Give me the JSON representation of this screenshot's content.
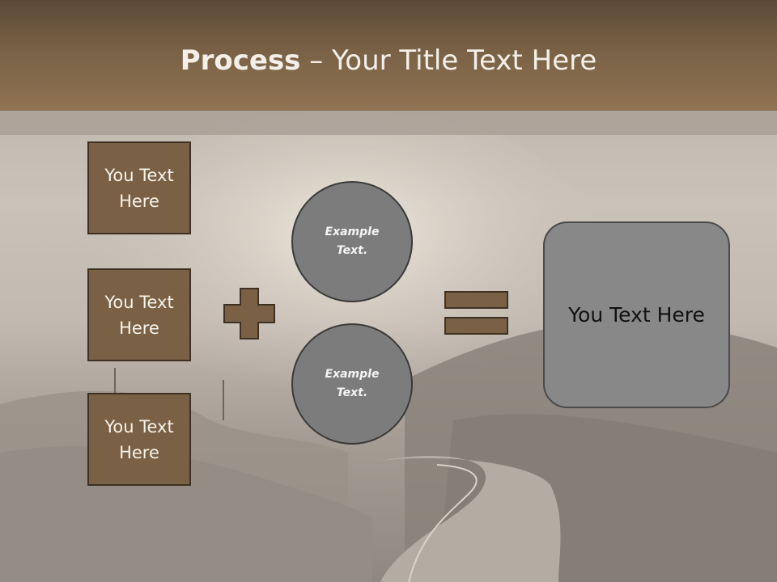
{
  "slide": {
    "title_bold": "Process",
    "title_rest": " – Your Title Text Here"
  },
  "left_boxes": [
    {
      "text": "You Text Here"
    },
    {
      "text": "You Text Here"
    },
    {
      "text": "You Text Here"
    }
  ],
  "circles": [
    {
      "text": "Example Text."
    },
    {
      "text": "Example Text."
    }
  ],
  "result": {
    "text": "You Text Here"
  },
  "colors": {
    "title_bar": "#7b6347",
    "box_fill": "#7a6146",
    "circle_fill": "#7c7c7c",
    "result_fill": "#888888"
  }
}
